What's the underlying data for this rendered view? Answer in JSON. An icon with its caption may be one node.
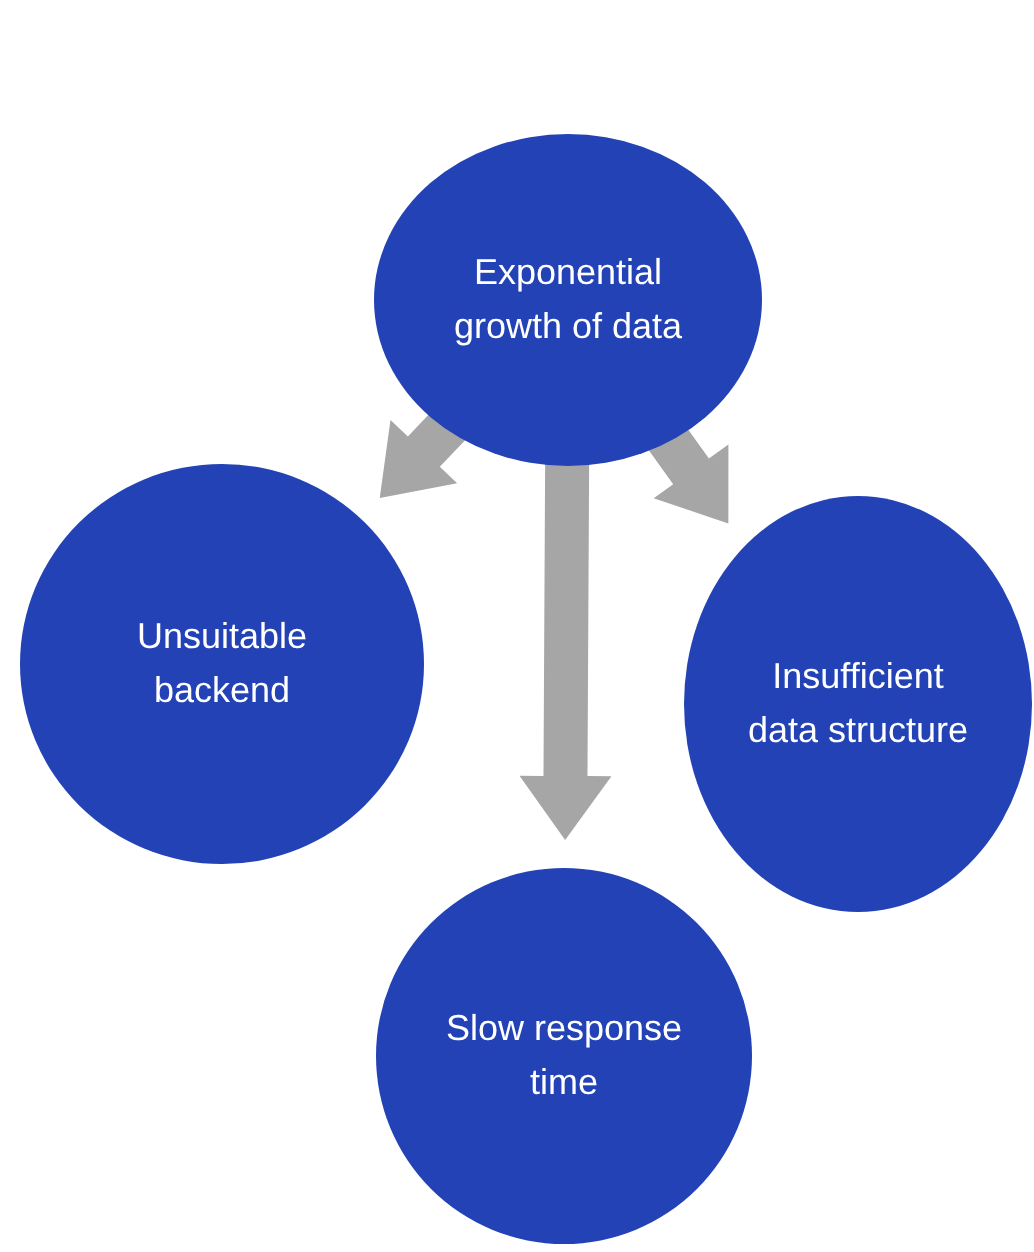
{
  "diagram": {
    "nodes": [
      {
        "text": [
          "Exponential growth of data"
        ]
      },
      {
        "text": [
          "Unsuitable backend"
        ]
      },
      {
        "text": [
          "Slow response time"
        ]
      },
      {
        "text": [
          "Insufficient data structure"
        ]
      }
    ],
    "edges": [
      {
        "from": 0,
        "to": 1,
        "arrow": "to"
      },
      {
        "from": 0,
        "to": 2,
        "arrow": "to"
      },
      {
        "from": 0,
        "to": 3,
        "arrow": "to"
      }
    ]
  }
}
